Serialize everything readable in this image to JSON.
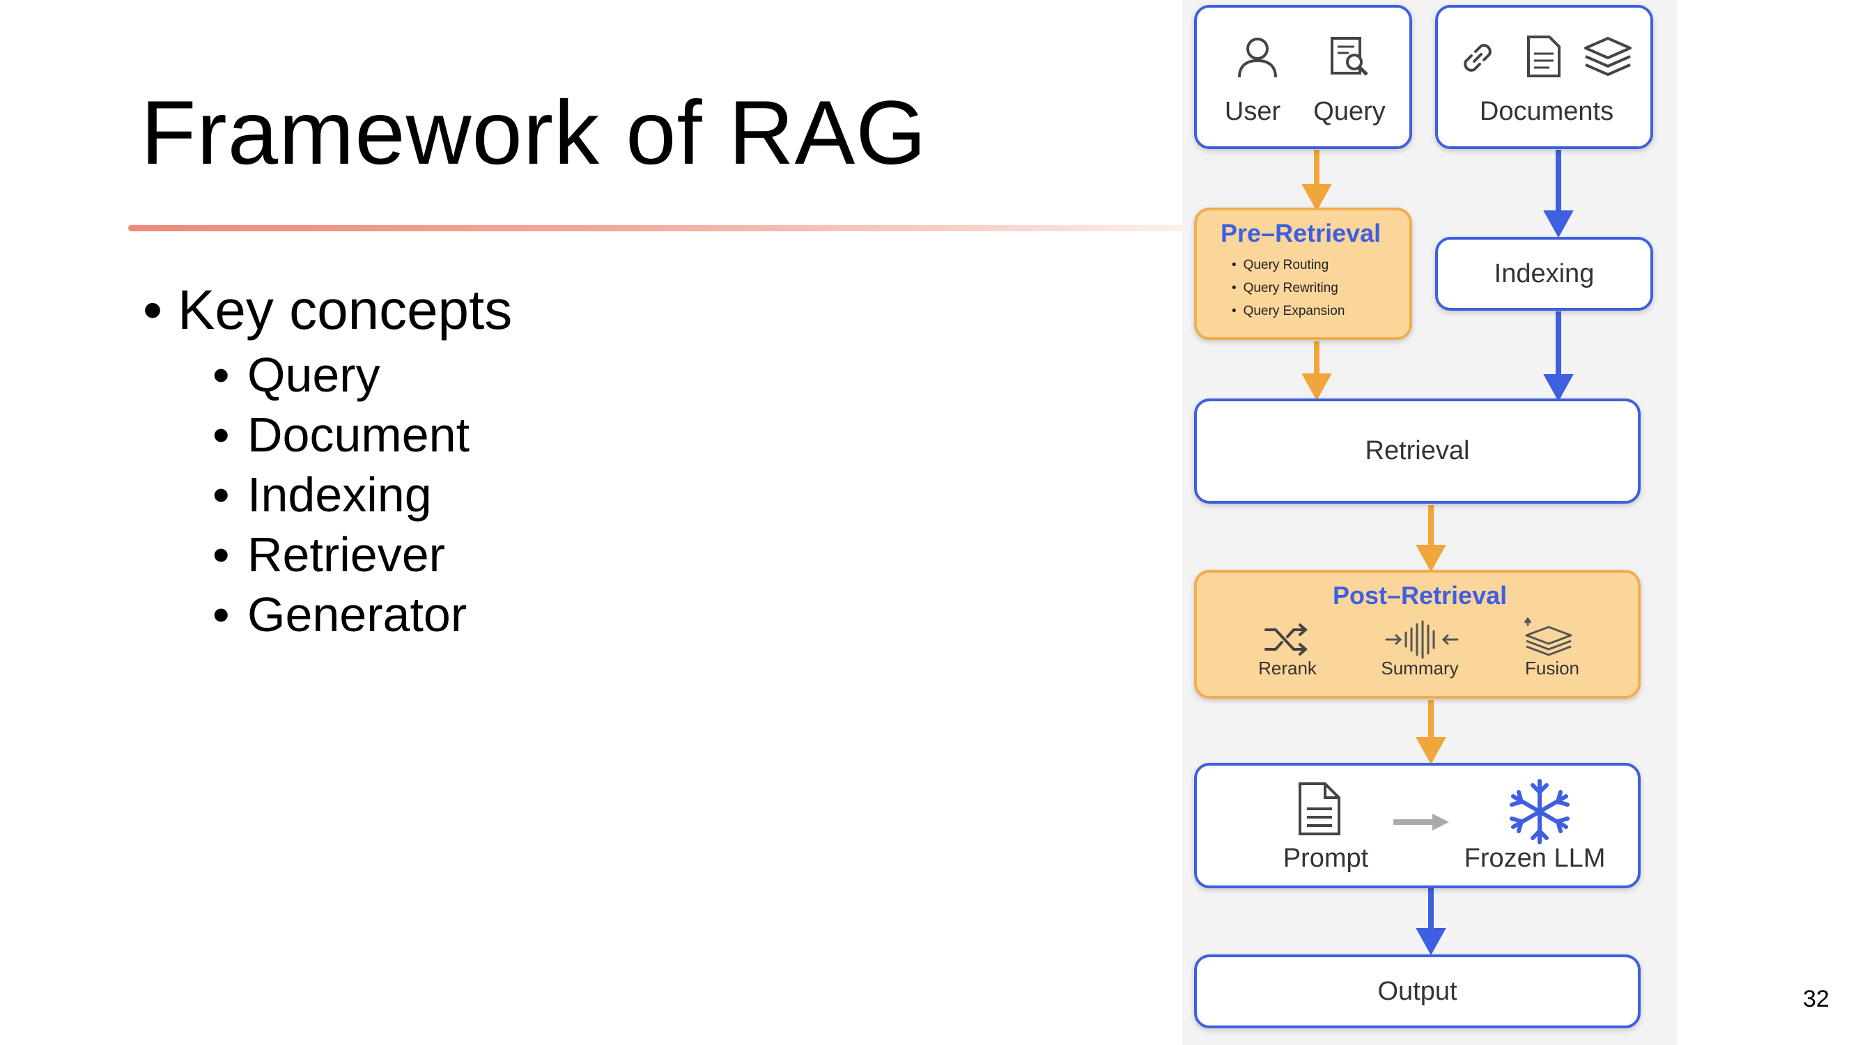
{
  "slide": {
    "title": "Framework of RAG",
    "bullet": "Key concepts",
    "sub_bullets": [
      "Query",
      "Document",
      "Indexing",
      "Retriever",
      "Generator"
    ],
    "page_number": "32"
  },
  "diagram": {
    "user_label": "User",
    "query_label": "Query",
    "documents_label": "Documents",
    "pre_retrieval": {
      "title": "Pre–Retrieval",
      "items": [
        "Query Routing",
        "Query Rewriting",
        "Query Expansion"
      ]
    },
    "indexing_label": "Indexing",
    "retrieval_label": "Retrieval",
    "post_retrieval": {
      "title": "Post–Retrieval",
      "rerank": "Rerank",
      "summary": "Summary",
      "fusion": "Fusion"
    },
    "prompt_label": "Prompt",
    "frozen_llm_label": "Frozen LLM",
    "output_label": "Output",
    "colors": {
      "blue": "#3e5fe0",
      "orange": "#f0a63a",
      "orange_fill": "#fbd69b",
      "gray_arrow": "#aaaaaa",
      "title_rule": "#ee8a7a"
    },
    "icons": [
      "user-icon",
      "query-search-icon",
      "link-icon",
      "document-icon",
      "layers-icon",
      "shuffle-icon",
      "waveform-icon",
      "stack-icon",
      "document-icon",
      "snowflake-icon",
      "arrow-right-icon"
    ]
  }
}
